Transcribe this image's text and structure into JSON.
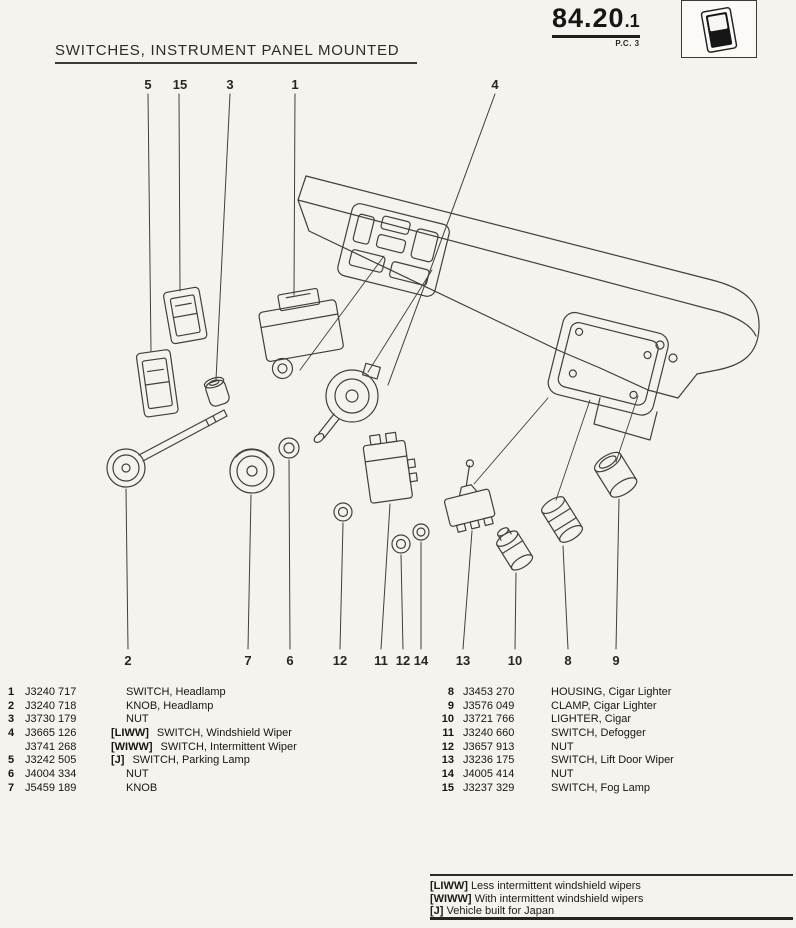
{
  "header": {
    "title": "SWITCHES, INSTRUMENT PANEL MOUNTED",
    "section_main": "84.20",
    "section_suffix": ".1",
    "page_code": "P.C. 3"
  },
  "icons": {
    "corner": "rocker-switch-icon"
  },
  "colors": {
    "paper": "#f5f3ee",
    "ink": "#2a2a2a"
  },
  "diagram": {
    "callouts_top": [
      "5",
      "15",
      "3",
      "1",
      "4"
    ],
    "callouts_bottom": [
      "2",
      "7",
      "6",
      "12",
      "11",
      "12",
      "14",
      "13",
      "10",
      "8",
      "9"
    ]
  },
  "parts_list": {
    "left": [
      {
        "ref": "1",
        "part": "J3240 717",
        "qual": "",
        "desc": "SWITCH, Headlamp"
      },
      {
        "ref": "2",
        "part": "J3240 718",
        "qual": "",
        "desc": "KNOB, Headlamp"
      },
      {
        "ref": "3",
        "part": "J3730 179",
        "qual": "",
        "desc": "NUT"
      },
      {
        "ref": "4",
        "part": "J3665 126",
        "qual": "[LIWW]",
        "desc": "SWITCH, Windshield Wiper"
      },
      {
        "ref": "",
        "part": "J3741 268",
        "qual": "[WIWW]",
        "desc": "SWITCH, Intermittent Wiper"
      },
      {
        "ref": "5",
        "part": "J3242 505",
        "qual": "[J]",
        "desc": "SWITCH, Parking Lamp"
      },
      {
        "ref": "6",
        "part": "J4004 334",
        "qual": "",
        "desc": "NUT"
      },
      {
        "ref": "7",
        "part": "J5459 189",
        "qual": "",
        "desc": "KNOB"
      }
    ],
    "right": [
      {
        "ref": "8",
        "part": "J3453 270",
        "desc": "HOUSING, Cigar Lighter"
      },
      {
        "ref": "9",
        "part": "J3576 049",
        "desc": "CLAMP, Cigar Lighter"
      },
      {
        "ref": "10",
        "part": "J3721 766",
        "desc": "LIGHTER, Cigar"
      },
      {
        "ref": "11",
        "part": "J3240 660",
        "desc": "SWITCH, Defogger"
      },
      {
        "ref": "12",
        "part": "J3657 913",
        "desc": "NUT"
      },
      {
        "ref": "13",
        "part": "J3236 175",
        "desc": "SWITCH, Lift Door Wiper"
      },
      {
        "ref": "14",
        "part": "J4005 414",
        "desc": "NUT"
      },
      {
        "ref": "15",
        "part": "J3237 329",
        "desc": "SWITCH, Fog Lamp"
      }
    ]
  },
  "notes": [
    {
      "tag": "[LIWW]",
      "text": "Less intermittent windshield wipers"
    },
    {
      "tag": "[WIWW]",
      "text": "With intermittent windshield wipers"
    },
    {
      "tag": "[J]",
      "text": "Vehicle built for Japan"
    }
  ]
}
